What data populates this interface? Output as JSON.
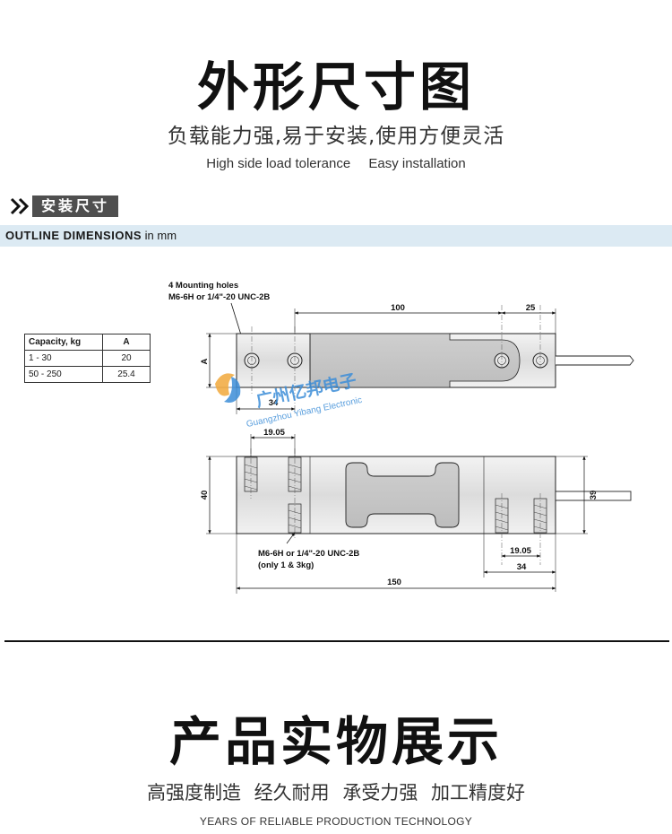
{
  "header": {
    "title": "外形尺寸图",
    "subtitle_cn": "负载能力强,易于安装,使用方便灵活",
    "subtitle_en_1": "High side load tolerance",
    "subtitle_en_2": "Easy installation"
  },
  "section": {
    "tag_label": "安装尺寸",
    "outline_title": "OUTLINE DIMENSIONS",
    "outline_unit": "in mm"
  },
  "capacity_table": {
    "headers": [
      "Capacity, kg",
      "A"
    ],
    "rows": [
      [
        "1 - 30",
        "20"
      ],
      [
        "50 - 250",
        "25.4"
      ]
    ]
  },
  "drawing": {
    "mounting_note_1": "4 Mounting holes",
    "mounting_note_2": "M6-6H or 1/4\"-20 UNC-2B",
    "dim_100": "100",
    "dim_25": "25",
    "dim_34_top": "34",
    "dim_A": "A",
    "dim_19_05_top": "19.05",
    "dim_40": "40",
    "dim_39": "39",
    "dim_19_05_bottom": "19.05",
    "dim_34_bottom": "34",
    "dim_150": "150",
    "thread_note_1": "M6-6H or 1/4\"-20 UNC-2B",
    "thread_note_2": "(only 1 & 3kg)"
  },
  "watermark": {
    "cn": "广州亿邦电子",
    "en": "Guangzhou Yibang Electronic"
  },
  "showcase": {
    "title": "产品实物展示",
    "subtitle_cn_1": "高强度制造",
    "subtitle_cn_2": "经久耐用",
    "subtitle_cn_3": "承受力强",
    "subtitle_cn_4": "加工精度好",
    "subtitle_en": "YEARS OF RELIABLE PRODUCTION TECHNOLOGY"
  },
  "colors": {
    "outline_bar": "#dceaf3",
    "tag_bg": "#4f4f4f",
    "watermark": "#3d8ed8"
  }
}
